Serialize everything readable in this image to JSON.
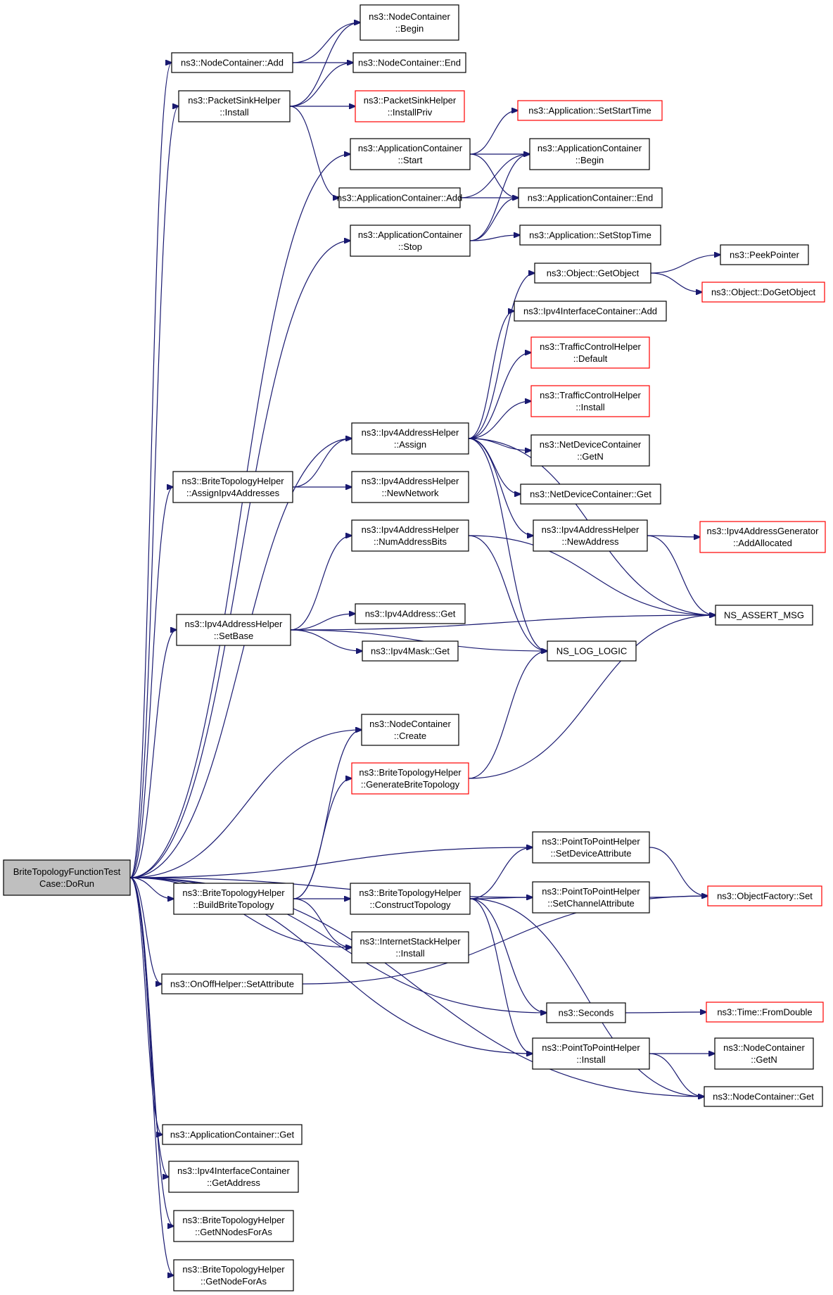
{
  "diagram": {
    "nodes": [
      {
        "id": "root",
        "lines": [
          "BriteTopologyFunctionTest",
          "Case::DoRun"
        ],
        "style": "root"
      },
      {
        "id": "nc_begin",
        "lines": [
          "ns3::NodeContainer",
          "::Begin"
        ]
      },
      {
        "id": "nc_add",
        "lines": [
          "ns3::NodeContainer::Add"
        ]
      },
      {
        "id": "nc_end",
        "lines": [
          "ns3::NodeContainer::End"
        ]
      },
      {
        "id": "psh_install",
        "lines": [
          "ns3::PacketSinkHelper",
          "::Install"
        ]
      },
      {
        "id": "psh_installpriv",
        "lines": [
          "ns3::PacketSinkHelper",
          "::InstallPriv"
        ],
        "style": "incomplete"
      },
      {
        "id": "app_setstart",
        "lines": [
          "ns3::Application::SetStartTime"
        ],
        "style": "incomplete"
      },
      {
        "id": "ac_start",
        "lines": [
          "ns3::ApplicationContainer",
          "::Start"
        ]
      },
      {
        "id": "ac_begin",
        "lines": [
          "ns3::ApplicationContainer",
          "::Begin"
        ]
      },
      {
        "id": "ac_add",
        "lines": [
          "ns3::ApplicationContainer::Add"
        ]
      },
      {
        "id": "ac_end",
        "lines": [
          "ns3::ApplicationContainer::End"
        ]
      },
      {
        "id": "ac_stop",
        "lines": [
          "ns3::ApplicationContainer",
          "::Stop"
        ]
      },
      {
        "id": "app_setstop",
        "lines": [
          "ns3::Application::SetStopTime"
        ]
      },
      {
        "id": "obj_getobject",
        "lines": [
          "ns3::Object::GetObject"
        ]
      },
      {
        "id": "peekpointer",
        "lines": [
          "ns3::PeekPointer"
        ]
      },
      {
        "id": "obj_dogetobject",
        "lines": [
          "ns3::Object::DoGetObject"
        ],
        "style": "incomplete"
      },
      {
        "id": "iic_add",
        "lines": [
          "ns3::Ipv4InterfaceContainer::Add"
        ]
      },
      {
        "id": "tch_default",
        "lines": [
          "ns3::TrafficControlHelper",
          "::Default"
        ],
        "style": "incomplete"
      },
      {
        "id": "tch_install",
        "lines": [
          "ns3::TrafficControlHelper",
          "::Install"
        ],
        "style": "incomplete"
      },
      {
        "id": "iah_assign",
        "lines": [
          "ns3::Ipv4AddressHelper",
          "::Assign"
        ]
      },
      {
        "id": "ndc_getn",
        "lines": [
          "ns3::NetDeviceContainer",
          "::GetN"
        ]
      },
      {
        "id": "bth_assignipv4",
        "lines": [
          "ns3::BriteTopologyHelper",
          "::AssignIpv4Addresses"
        ]
      },
      {
        "id": "iah_newnetwork",
        "lines": [
          "ns3::Ipv4AddressHelper",
          "::NewNetwork"
        ]
      },
      {
        "id": "ndc_get",
        "lines": [
          "ns3::NetDeviceContainer::Get"
        ]
      },
      {
        "id": "iah_numaddrbits",
        "lines": [
          "ns3::Ipv4AddressHelper",
          "::NumAddressBits"
        ]
      },
      {
        "id": "iah_newaddress",
        "lines": [
          "ns3::Ipv4AddressHelper",
          "::NewAddress"
        ]
      },
      {
        "id": "iag_addallocated",
        "lines": [
          "ns3::Ipv4AddressGenerator",
          "::AddAllocated"
        ],
        "style": "incomplete"
      },
      {
        "id": "iah_setbase",
        "lines": [
          "ns3::Ipv4AddressHelper",
          "::SetBase"
        ]
      },
      {
        "id": "ipv4addr_get",
        "lines": [
          "ns3::Ipv4Address::Get"
        ]
      },
      {
        "id": "ns_assert_msg",
        "lines": [
          "NS_ASSERT_MSG"
        ]
      },
      {
        "id": "ipv4mask_get",
        "lines": [
          "ns3::Ipv4Mask::Get"
        ]
      },
      {
        "id": "ns_log_logic",
        "lines": [
          "NS_LOG_LOGIC"
        ]
      },
      {
        "id": "nc_create",
        "lines": [
          "ns3::NodeContainer",
          "::Create"
        ]
      },
      {
        "id": "bth_generate",
        "lines": [
          "ns3::BriteTopologyHelper",
          "::GenerateBriteTopology"
        ],
        "style": "incomplete"
      },
      {
        "id": "p2p_setdevattr",
        "lines": [
          "ns3::PointToPointHelper",
          "::SetDeviceAttribute"
        ]
      },
      {
        "id": "bth_build",
        "lines": [
          "ns3::BriteTopologyHelper",
          "::BuildBriteTopology"
        ]
      },
      {
        "id": "bth_construct",
        "lines": [
          "ns3::BriteTopologyHelper",
          "::ConstructTopology"
        ]
      },
      {
        "id": "p2p_setchanattr",
        "lines": [
          "ns3::PointToPointHelper",
          "::SetChannelAttribute"
        ]
      },
      {
        "id": "of_set",
        "lines": [
          "ns3::ObjectFactory::Set"
        ],
        "style": "incomplete"
      },
      {
        "id": "ish_install",
        "lines": [
          "ns3::InternetStackHelper",
          "::Install"
        ]
      },
      {
        "id": "onoff_setattr",
        "lines": [
          "ns3::OnOffHelper::SetAttribute"
        ]
      },
      {
        "id": "seconds",
        "lines": [
          "ns3::Seconds"
        ]
      },
      {
        "id": "time_fromdouble",
        "lines": [
          "ns3::Time::FromDouble"
        ],
        "style": "incomplete"
      },
      {
        "id": "p2p_install",
        "lines": [
          "ns3::PointToPointHelper",
          "::Install"
        ]
      },
      {
        "id": "nc_getn",
        "lines": [
          "ns3::NodeContainer",
          "::GetN"
        ]
      },
      {
        "id": "nc_get",
        "lines": [
          "ns3::NodeContainer::Get"
        ]
      },
      {
        "id": "ac_get",
        "lines": [
          "ns3::ApplicationContainer::Get"
        ]
      },
      {
        "id": "iic_getaddress",
        "lines": [
          "ns3::Ipv4InterfaceContainer",
          "::GetAddress"
        ]
      },
      {
        "id": "bth_getnnodes",
        "lines": [
          "ns3::BriteTopologyHelper",
          "::GetNNodesForAs"
        ]
      },
      {
        "id": "bth_getnode",
        "lines": [
          "ns3::BriteTopologyHelper",
          "::GetNodeForAs"
        ]
      }
    ],
    "edges": [
      [
        "root",
        "nc_add"
      ],
      [
        "root",
        "psh_install"
      ],
      [
        "root",
        "ac_start"
      ],
      [
        "root",
        "ac_stop"
      ],
      [
        "root",
        "iah_assign"
      ],
      [
        "root",
        "bth_assignipv4"
      ],
      [
        "root",
        "iah_setbase"
      ],
      [
        "root",
        "nc_create"
      ],
      [
        "root",
        "p2p_setdevattr"
      ],
      [
        "root",
        "p2p_setchanattr"
      ],
      [
        "root",
        "bth_build"
      ],
      [
        "root",
        "ish_install"
      ],
      [
        "root",
        "onoff_setattr"
      ],
      [
        "root",
        "seconds"
      ],
      [
        "root",
        "p2p_install"
      ],
      [
        "root",
        "nc_get"
      ],
      [
        "root",
        "ac_get"
      ],
      [
        "root",
        "iic_getaddress"
      ],
      [
        "root",
        "bth_getnnodes"
      ],
      [
        "root",
        "bth_getnode"
      ],
      [
        "nc_add",
        "nc_begin"
      ],
      [
        "nc_add",
        "nc_end"
      ],
      [
        "psh_install",
        "nc_begin"
      ],
      [
        "psh_install",
        "nc_end"
      ],
      [
        "psh_install",
        "psh_installpriv"
      ],
      [
        "psh_install",
        "ac_add"
      ],
      [
        "ac_start",
        "app_setstart"
      ],
      [
        "ac_start",
        "ac_begin"
      ],
      [
        "ac_start",
        "ac_end"
      ],
      [
        "ac_add",
        "ac_begin"
      ],
      [
        "ac_add",
        "ac_end"
      ],
      [
        "ac_stop",
        "ac_begin"
      ],
      [
        "ac_stop",
        "ac_end"
      ],
      [
        "ac_stop",
        "app_setstop"
      ],
      [
        "obj_getobject",
        "peekpointer"
      ],
      [
        "obj_getobject",
        "obj_dogetobject"
      ],
      [
        "iah_assign",
        "obj_getobject"
      ],
      [
        "iah_assign",
        "iic_add"
      ],
      [
        "iah_assign",
        "tch_default"
      ],
      [
        "iah_assign",
        "tch_install"
      ],
      [
        "iah_assign",
        "ndc_getn"
      ],
      [
        "iah_assign",
        "ndc_get"
      ],
      [
        "iah_assign",
        "iah_newaddress"
      ],
      [
        "iah_assign",
        "ns_assert_msg"
      ],
      [
        "iah_assign",
        "ns_log_logic"
      ],
      [
        "bth_assignipv4",
        "iah_assign"
      ],
      [
        "bth_assignipv4",
        "iah_newnetwork"
      ],
      [
        "iah_newaddress",
        "iag_addallocated"
      ],
      [
        "iah_newaddress",
        "ns_assert_msg"
      ],
      [
        "iah_numaddrbits",
        "ns_assert_msg"
      ],
      [
        "iah_numaddrbits",
        "ns_log_logic"
      ],
      [
        "iah_setbase",
        "iah_numaddrbits"
      ],
      [
        "iah_setbase",
        "ipv4addr_get"
      ],
      [
        "iah_setbase",
        "ipv4mask_get"
      ],
      [
        "iah_setbase",
        "ns_log_logic"
      ],
      [
        "iah_setbase",
        "ns_assert_msg"
      ],
      [
        "bth_generate",
        "ns_log_logic"
      ],
      [
        "bth_generate",
        "ns_assert_msg"
      ],
      [
        "bth_build",
        "nc_create"
      ],
      [
        "bth_build",
        "bth_generate"
      ],
      [
        "bth_build",
        "bth_construct"
      ],
      [
        "bth_build",
        "ish_install"
      ],
      [
        "bth_construct",
        "p2p_setdevattr"
      ],
      [
        "bth_construct",
        "p2p_setchanattr"
      ],
      [
        "bth_construct",
        "seconds"
      ],
      [
        "bth_construct",
        "p2p_install"
      ],
      [
        "bth_construct",
        "nc_get"
      ],
      [
        "p2p_setdevattr",
        "of_set"
      ],
      [
        "p2p_setchanattr",
        "of_set"
      ],
      [
        "onoff_setattr",
        "of_set"
      ],
      [
        "seconds",
        "time_fromdouble"
      ],
      [
        "p2p_install",
        "nc_getn"
      ],
      [
        "p2p_install",
        "nc_get"
      ]
    ]
  }
}
